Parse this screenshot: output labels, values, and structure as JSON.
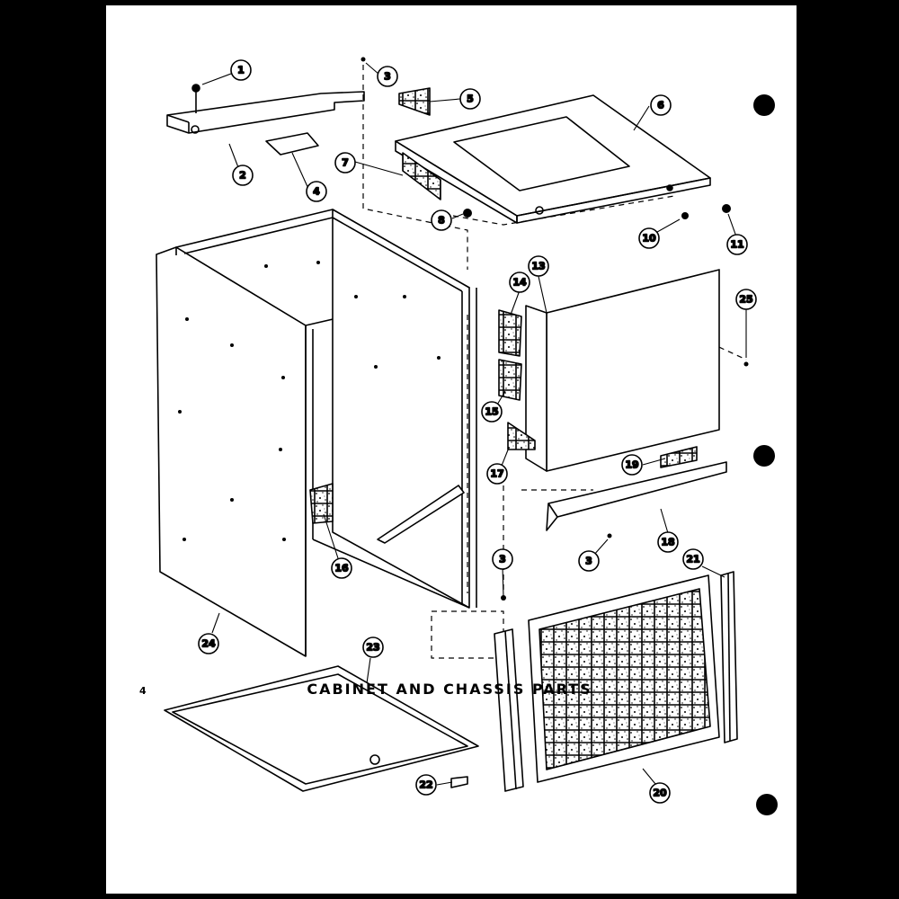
{
  "page": {
    "title": "CABINET AND CHASSIS PARTS",
    "page_number": "4"
  },
  "callouts": [
    {
      "part": "1"
    },
    {
      "part": "2"
    },
    {
      "part": "3"
    },
    {
      "part": "4"
    },
    {
      "part": "5"
    },
    {
      "part": "6"
    },
    {
      "part": "7"
    },
    {
      "part": "8"
    },
    {
      "part": "10"
    },
    {
      "part": "11"
    },
    {
      "part": "13"
    },
    {
      "part": "14"
    },
    {
      "part": "15"
    },
    {
      "part": "16"
    },
    {
      "part": "17"
    },
    {
      "part": "18"
    },
    {
      "part": "19"
    },
    {
      "part": "3"
    },
    {
      "part": "3"
    },
    {
      "part": "20"
    },
    {
      "part": "21"
    },
    {
      "part": "22"
    },
    {
      "part": "23"
    },
    {
      "part": "24"
    },
    {
      "part": "25"
    }
  ]
}
